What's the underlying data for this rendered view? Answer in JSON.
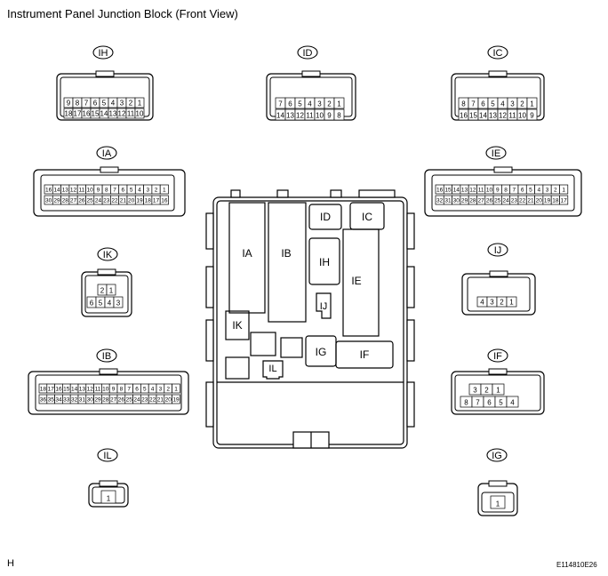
{
  "title": "Instrument Panel Junction Block (Front View)",
  "page_marker": "H",
  "figure_id": "E114810E26",
  "block_labels": {
    "IA": "IA",
    "IB": "IB",
    "IC": "IC",
    "ID": "ID",
    "IE": "IE",
    "IF": "IF",
    "IG": "IG",
    "IH": "IH",
    "IJ": "IJ",
    "IK": "IK",
    "IL": "IL"
  },
  "connectors": {
    "IH": {
      "label": "IH",
      "rows": [
        [
          "9",
          "8",
          "7",
          "6",
          "5",
          "4",
          "3",
          "2",
          "1"
        ],
        [
          "18",
          "17",
          "16",
          "15",
          "14",
          "13",
          "12",
          "11",
          "10"
        ]
      ]
    },
    "ID": {
      "label": "ID",
      "rows": [
        [
          "7",
          "6",
          "5",
          "4",
          "3",
          "2",
          "1"
        ],
        [
          "14",
          "13",
          "12",
          "11",
          "10",
          "9",
          "8"
        ]
      ]
    },
    "IC": {
      "label": "IC",
      "rows": [
        [
          "8",
          "7",
          "6",
          "5",
          "4",
          "3",
          "2",
          "1"
        ],
        [
          "16",
          "15",
          "14",
          "13",
          "12",
          "11",
          "10",
          "9"
        ]
      ]
    },
    "IA": {
      "label": "IA",
      "rows": [
        [
          "16",
          "14",
          "13",
          "12",
          "11",
          "10",
          "9",
          "8",
          "7",
          "6",
          "5",
          "4",
          "3",
          "2",
          "1"
        ],
        [
          "30",
          "29",
          "28",
          "27",
          "26",
          "25",
          "24",
          "23",
          "22",
          "21",
          "20",
          "19",
          "18",
          "17",
          "16"
        ]
      ]
    },
    "IE": {
      "label": "IE",
      "rows": [
        [
          "16",
          "15",
          "14",
          "13",
          "12",
          "11",
          "10",
          "9",
          "8",
          "7",
          "6",
          "5",
          "4",
          "3",
          "2",
          "1"
        ],
        [
          "32",
          "31",
          "30",
          "29",
          "28",
          "27",
          "26",
          "25",
          "24",
          "23",
          "22",
          "21",
          "20",
          "19",
          "18",
          "17"
        ]
      ]
    },
    "IK": {
      "label": "IK",
      "rows": [
        [
          "2",
          "1"
        ],
        [
          "6",
          "5",
          "4",
          "3"
        ]
      ]
    },
    "IJ": {
      "label": "IJ",
      "rows": [
        [
          "4",
          "3",
          "2",
          "1"
        ]
      ]
    },
    "IB": {
      "label": "IB",
      "rows": [
        [
          "18",
          "17",
          "16",
          "15",
          "14",
          "13",
          "12",
          "11",
          "10",
          "9",
          "8",
          "7",
          "6",
          "5",
          "4",
          "3",
          "2",
          "1"
        ],
        [
          "36",
          "35",
          "34",
          "33",
          "32",
          "31",
          "30",
          "29",
          "28",
          "27",
          "26",
          "25",
          "24",
          "23",
          "22",
          "21",
          "20",
          "19"
        ]
      ]
    },
    "IF": {
      "label": "IF",
      "rows": [
        [
          "3",
          "2",
          "1"
        ],
        [
          "8",
          "7",
          "6",
          "5",
          "4"
        ]
      ]
    },
    "IL": {
      "label": "IL",
      "rows": [
        [
          "1"
        ]
      ]
    },
    "IG": {
      "label": "IG",
      "rows": [
        [
          "1"
        ]
      ]
    }
  }
}
